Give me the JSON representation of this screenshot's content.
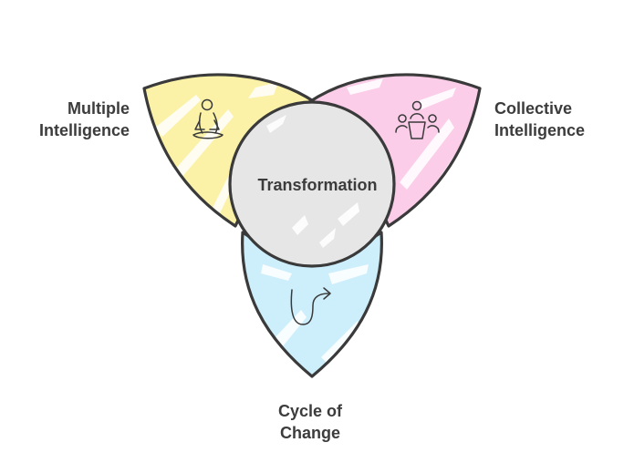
{
  "diagram": {
    "center": {
      "label": "Transformation",
      "color": "#e6e6e6"
    },
    "petals": [
      {
        "id": "multiple",
        "line1": "Multiple",
        "line2": "Intelligence",
        "color": "#fbf2a8",
        "icon": "meditating-person-icon"
      },
      {
        "id": "collective",
        "line1": "Collective",
        "line2": "Intelligence",
        "color": "#fbcde8",
        "icon": "group-meeting-icon"
      },
      {
        "id": "cycle",
        "line1": "Cycle of",
        "line2": "Change",
        "color": "#cdeefb",
        "icon": "curved-arrow-icon"
      }
    ],
    "outline_color": "#3a3a3a"
  }
}
